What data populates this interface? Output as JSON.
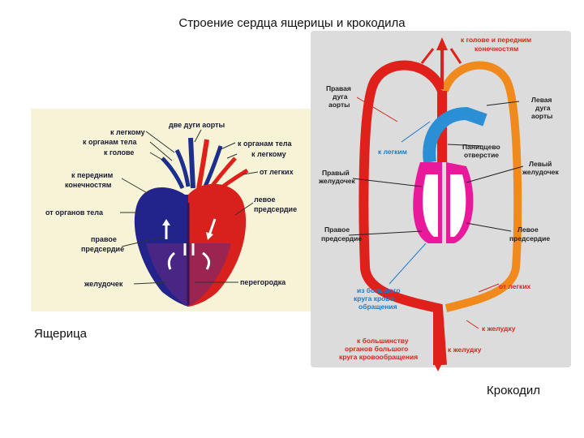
{
  "title": "Строение сердца ящерицы и крокодила",
  "lizard": {
    "caption": "Ящерица",
    "labels": {
      "two_arches": "две дуги аорты",
      "to_lung_left": "к легкому",
      "to_body_left": "к органам тела",
      "to_head": "к голове",
      "to_limbs_1": "к передним",
      "to_limbs_2": "конечностям",
      "from_body": "от органов тела",
      "right_atrium_1": "правое",
      "right_atrium_2": "предсердие",
      "ventricle": "желудочек",
      "to_body_right": "к органам тела",
      "to_lung_right": "к легкому",
      "from_lungs": "от легких",
      "left_atrium_1": "левое",
      "left_atrium_2": "предсердие",
      "septum": "перегородка"
    }
  },
  "crocodile": {
    "caption": "Крокодил",
    "labels": {
      "to_head_1": "к голове и передним",
      "to_head_2": "конечностям",
      "right_arch_1": "Правая",
      "right_arch_2": "дуга",
      "right_arch_3": "аорты",
      "left_arch_1": "Левая",
      "left_arch_2": "дуга",
      "left_arch_3": "аорты",
      "to_lungs": "к легким",
      "panizza_1": "Паниццево",
      "panizza_2": "отверстие",
      "right_ventricle_1": "Правый",
      "right_ventricle_2": "желудочек",
      "left_ventricle_1": "Левый",
      "left_ventricle_2": "желудочек",
      "right_atrium_1": "Правое",
      "right_atrium_2": "предсердие",
      "left_atrium_1": "Левое",
      "left_atrium_2": "предсердие",
      "from_lungs": "от легких",
      "from_big_1": "из большого",
      "from_big_2": "круга крово-",
      "from_big_3": "обращения",
      "to_stomach_1": "к желудку",
      "to_most_1": "к большинству",
      "to_most_2": "органов большого",
      "to_most_3": "круга кровообращения",
      "to_stomach_2": "к желудку"
    }
  },
  "colors": {
    "arterial": "#e0201b",
    "venous": "#1c2f8f",
    "mixed": "#f08a1c",
    "croc_venous": "#2b8fd6",
    "croc_chamber": "#e8199a"
  }
}
